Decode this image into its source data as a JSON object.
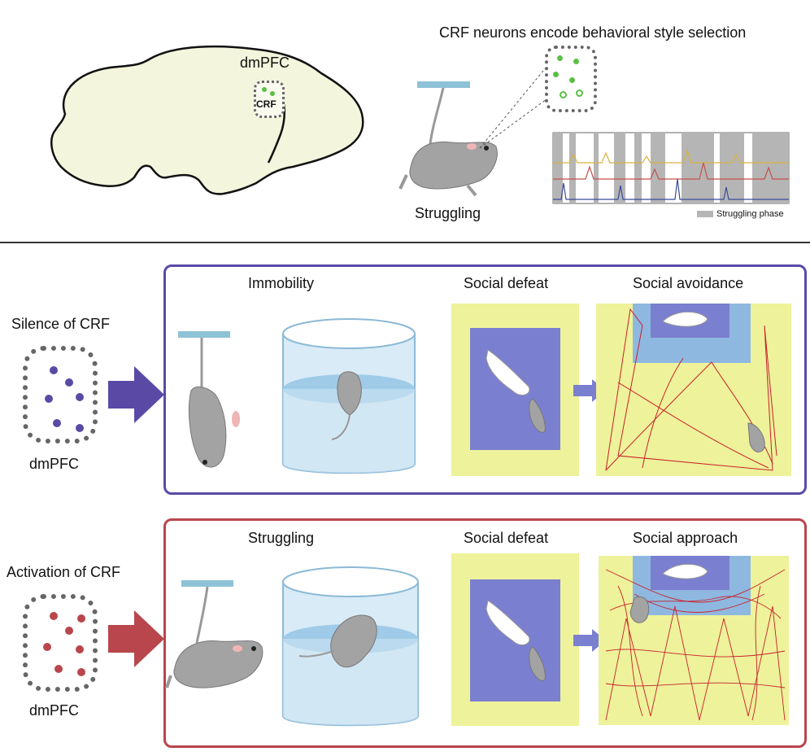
{
  "top": {
    "brain_region": "dmPFC",
    "brain_inset": "CRF",
    "title": "CRF neurons encode behavioral style selection",
    "behavior": "Struggling",
    "legend": "Struggling phase"
  },
  "row1": {
    "condition": "Silence of CRF",
    "region": "dmPFC",
    "titles": [
      "Immobility",
      "Social defeat",
      "Social avoidance"
    ],
    "color": "#5a4aa6"
  },
  "row2": {
    "condition": "Activation of CRF",
    "region": "dmPFC",
    "titles": [
      "Struggling",
      "Social defeat",
      "Social approach"
    ],
    "color": "#b8464c"
  },
  "colors": {
    "brain_fill": "#f3f5dc",
    "arena": "#eef29a",
    "arena_blue": "#8fb8e0",
    "defeat_blue": "#7b7fcf",
    "water": "#9fcbe8",
    "mouse_gray": "#a3a3a3",
    "bar": "#8ec2d6",
    "trace": "#c8202a"
  }
}
